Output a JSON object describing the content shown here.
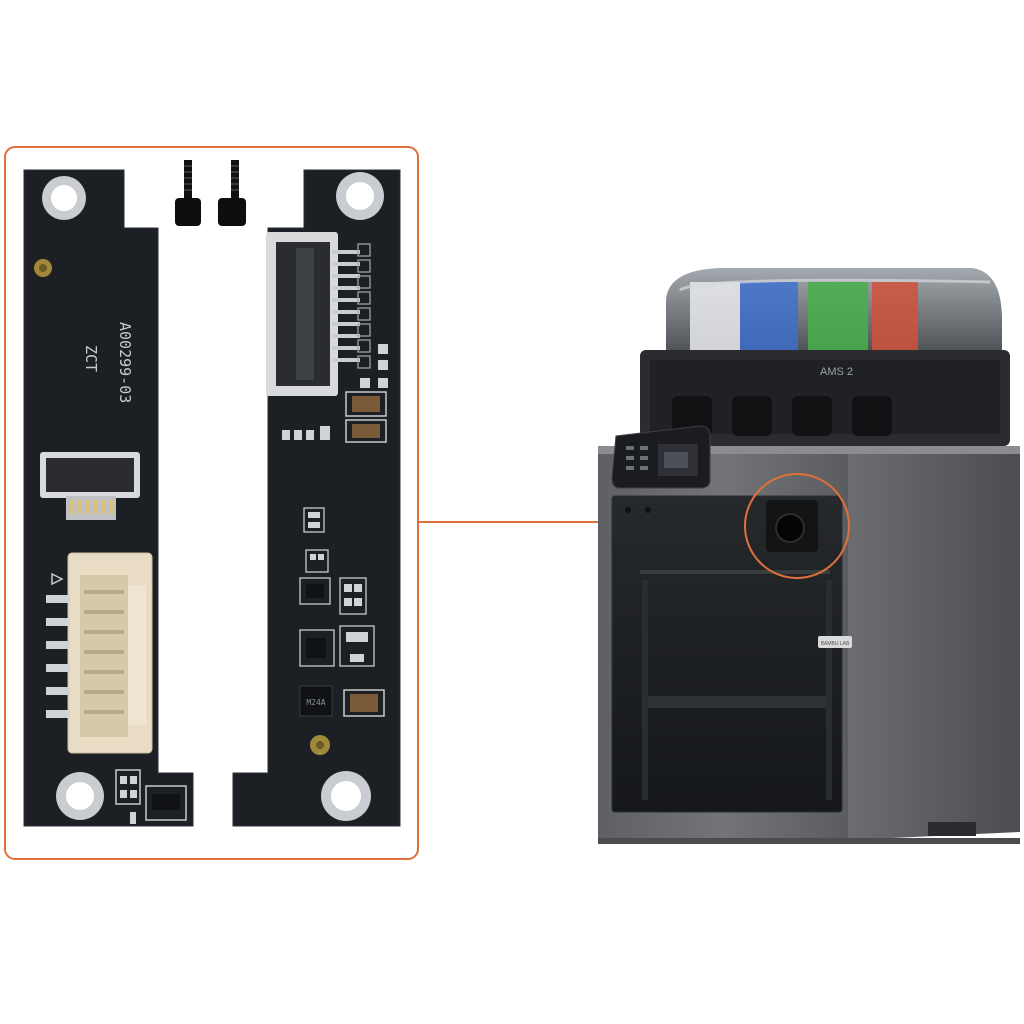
{
  "board": {
    "part_number": "A00299-03",
    "maker_code": "ZCT",
    "ic_marking": "M24A"
  },
  "printer": {
    "ams_label": "AMS 2",
    "brand_plate": "BAMBU LAB"
  },
  "colors": {
    "callout": "#e0703a",
    "pcb": "#1c1f24",
    "printer_body": "#6c6e70",
    "connector": "#e8dcc4"
  },
  "icons": {
    "screw": "screw-icon",
    "camera": "camera-icon"
  }
}
